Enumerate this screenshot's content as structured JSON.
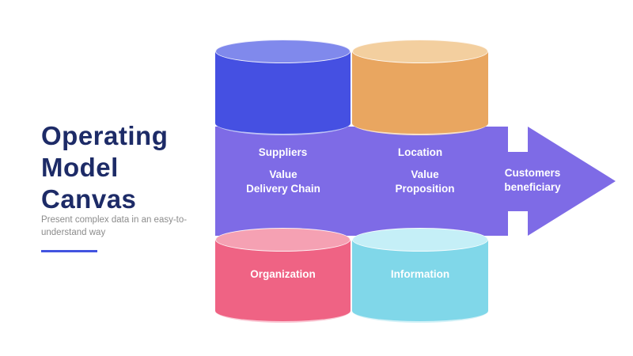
{
  "slide": {
    "title": "Operating Model Canvas",
    "title_color": "#1d2b67",
    "subtitle": "Present complex data in an easy-to-understand way",
    "subtitle_color": "#8c8c8c",
    "accent_line_color": "#4254e0",
    "background_color": "#ffffff"
  },
  "diagram": {
    "arrow": {
      "color": "#7e6be6",
      "text_color": "#ffffff",
      "segments": [
        {
          "name": "value-delivery-chain",
          "lines": [
            "Value",
            "Delivery Chain"
          ]
        },
        {
          "name": "value-proposition",
          "lines": [
            "Value",
            "Proposition"
          ]
        },
        {
          "name": "customers-beneficiary",
          "lines": [
            "Customers",
            "beneficiary"
          ]
        }
      ]
    },
    "cylinders": [
      {
        "name": "suppliers",
        "label": "Suppliers",
        "color": "#4550e2",
        "top_color": "#8089ec"
      },
      {
        "name": "location",
        "label": "Location",
        "color": "#e9a660",
        "top_color": "#f3cf9f"
      },
      {
        "name": "organization",
        "label": "Organization",
        "color": "#ef6384",
        "top_color": "#f5a1b3"
      },
      {
        "name": "information",
        "label": "Information",
        "color": "#80d7e9",
        "top_color": "#c5eff7"
      }
    ]
  }
}
